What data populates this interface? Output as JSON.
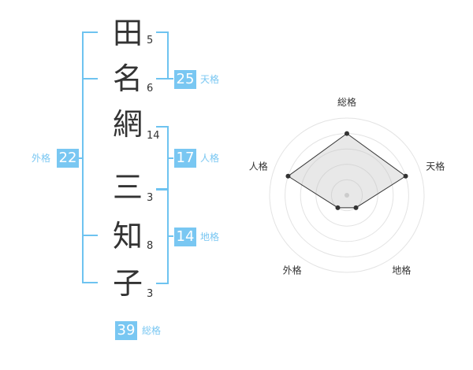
{
  "name": {
    "chars": [
      {
        "char": "田",
        "strokes": "5"
      },
      {
        "char": "名",
        "strokes": "6"
      },
      {
        "char": "網",
        "strokes": "14"
      },
      {
        "char": "三",
        "strokes": "3"
      },
      {
        "char": "知",
        "strokes": "8"
      },
      {
        "char": "子",
        "strokes": "3"
      }
    ]
  },
  "kaku": {
    "tenkaku": {
      "value": "25",
      "label": "天格"
    },
    "jinkaku": {
      "value": "17",
      "label": "人格"
    },
    "chikaku": {
      "value": "14",
      "label": "地格"
    },
    "gaikaku": {
      "value": "22",
      "label": "外格"
    },
    "soukaku": {
      "value": "39",
      "label": "総格"
    }
  },
  "colors": {
    "accent": "#79c7f2",
    "bracket": "#6ec3f0",
    "text": "#333333"
  },
  "chart_data": {
    "type": "radar",
    "axes": [
      "総格",
      "天格",
      "地格",
      "外格",
      "人格"
    ],
    "values": [
      4,
      4,
      1,
      1,
      4
    ],
    "max": 5,
    "rings": 5
  }
}
